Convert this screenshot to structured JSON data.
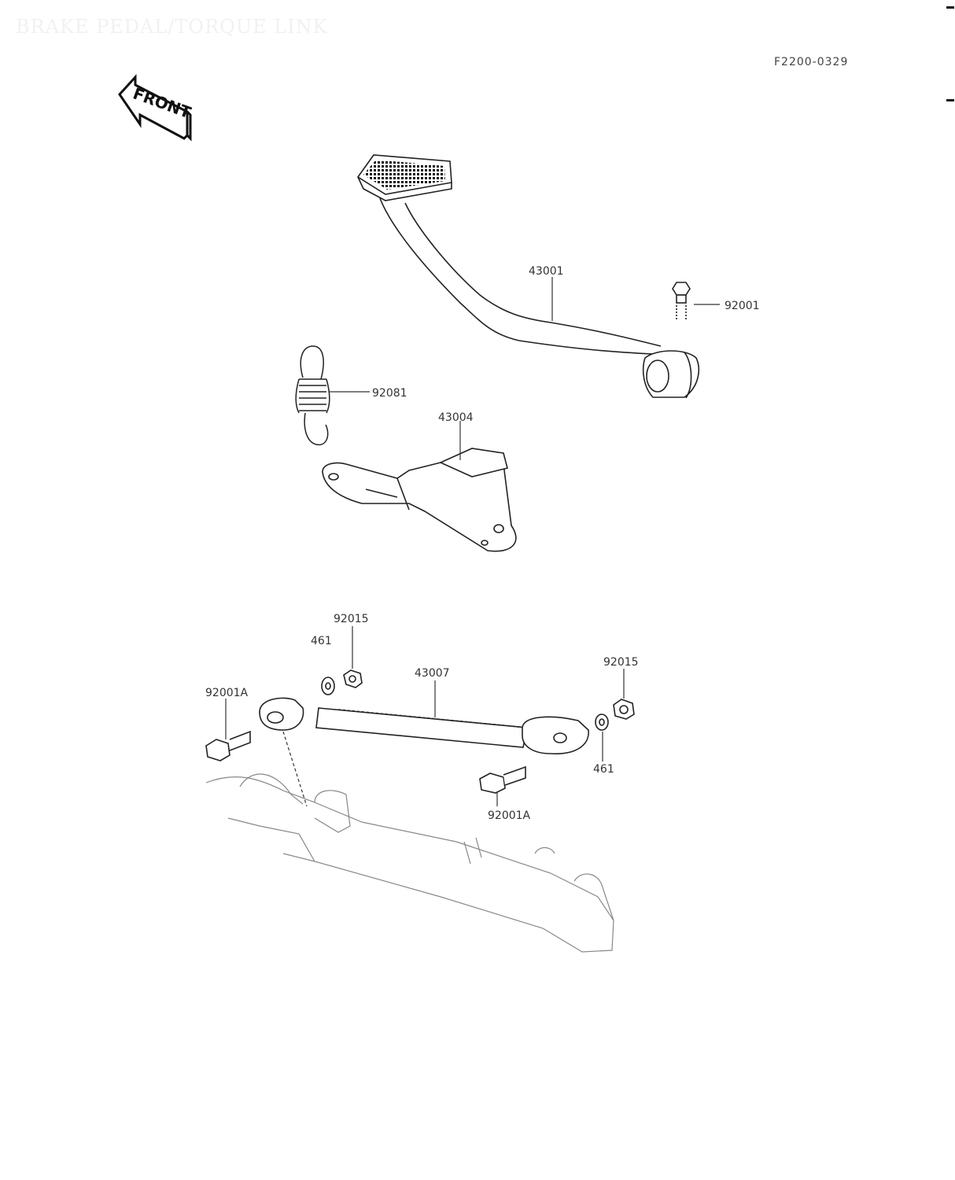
{
  "title": "BRAKE PEDAL/TORQUE LINK",
  "figure_ref": "F2200-0329",
  "front_label": "FRONT",
  "parts": {
    "p43001": "43001",
    "p92001_top": "92001",
    "p92081": "92081",
    "p43004": "43004",
    "p92015_left": "92015",
    "p461_left": "461",
    "p43007": "43007",
    "p92015_right": "92015",
    "p92001A_left": "92001A",
    "p461_right": "461",
    "p92001A_bottom": "92001A"
  }
}
